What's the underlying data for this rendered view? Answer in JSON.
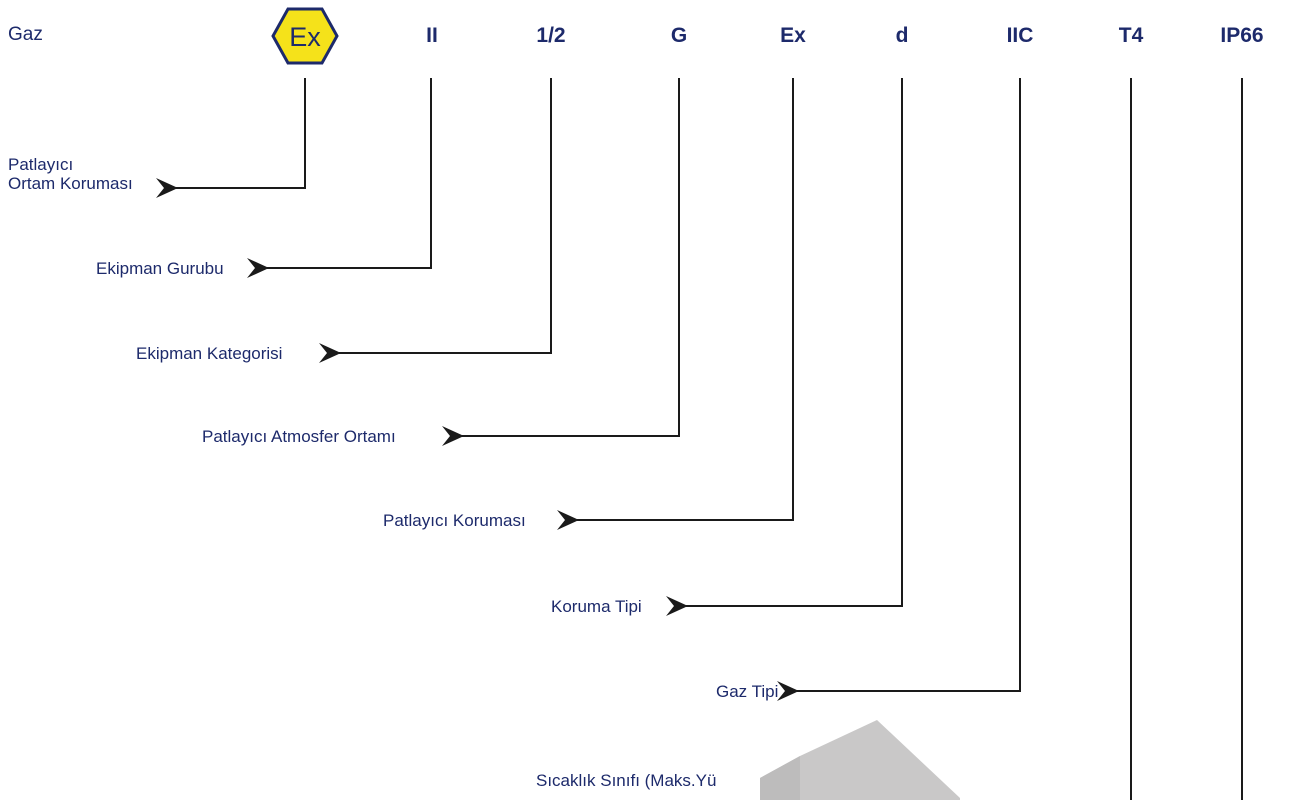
{
  "header": {
    "row_label": "Gaz",
    "ex_symbol_text": "Ex",
    "codes": [
      "II",
      "1/2",
      "G",
      "Ex",
      "d",
      "IIC",
      "T4",
      "IP66"
    ]
  },
  "labels": {
    "ex_protection": [
      "Patlayıcı",
      "Ortam Koruması"
    ],
    "equipment_group": "Ekipman Gurubu",
    "equipment_category": "Ekipman Kategorisi",
    "explosive_atmosphere": "Patlayıcı Atmosfer Ortamı",
    "explosive_protection": "Patlayıcı Koruması",
    "protection_type": "Koruma Tipi",
    "gas_type": "Gaz Tipi",
    "temperature_class": "Sıcaklık Sınıfı (Maks.Yü"
  },
  "colors": {
    "text": "#1d2a6b",
    "badge_fill": "#f5e21a",
    "badge_stroke": "#1d2a6b",
    "lines": "#1a1a1a",
    "overlay": "#c9c8c8"
  }
}
